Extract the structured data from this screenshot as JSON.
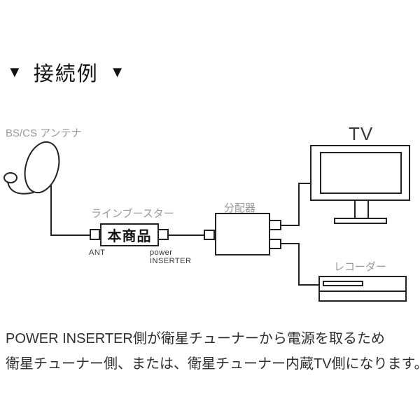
{
  "title": {
    "left_triangle": "▼",
    "text": "接続例",
    "right_triangle": "▼"
  },
  "diagram": {
    "antenna_label": "BS/CS アンテナ",
    "booster_label": "ラインブースター",
    "booster_product": "本商品",
    "booster_port_left": "ANT",
    "booster_port_right": "power\nINSERTER",
    "splitter_label": "分配器",
    "tv_label": "TV",
    "recorder_label": "レコーダー"
  },
  "footer": {
    "line1": "POWER INSERTER側が衛星チューナーから電源を取るため",
    "line2": "衛星チューナー側、または、衛星チューナー内蔵TV側になります。"
  },
  "colors": {
    "background": "#ffffff",
    "line": "#222222",
    "label_gray": "#999999",
    "text_dark": "#333333"
  }
}
